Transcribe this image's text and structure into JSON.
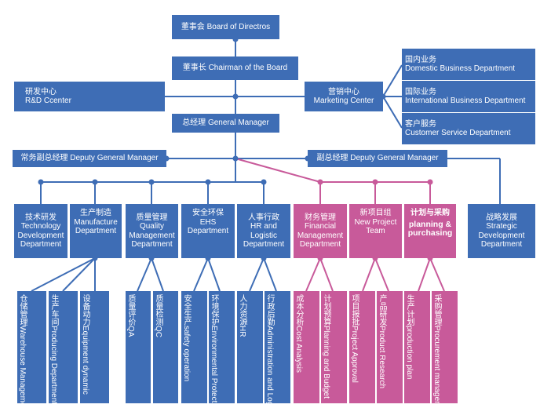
{
  "colors": {
    "blue": "#3e6db5",
    "pink": "#c85a9a",
    "line_blue": "#3e6db5",
    "line_pink": "#c85a9a"
  },
  "top": {
    "board": {
      "cn": "董事会",
      "en": "Board of Directros"
    },
    "chairman": {
      "cn": "董事长",
      "en": "Chairman of the Board"
    },
    "rd": {
      "cn": "研发中心",
      "en": "R&D Ccenter"
    },
    "marketing": {
      "cn": "营销中心",
      "en": "Marketing Center"
    },
    "gm": {
      "cn": "总经理",
      "en": "General Manager"
    },
    "deputy_left": {
      "cn": "常务副总经理",
      "en": "Deputy General Manager"
    },
    "deputy_right": {
      "cn": "副总经理",
      "en": "Deputy General Manager"
    }
  },
  "business": [
    {
      "cn": "国内业务",
      "en": "Domestic Business Department"
    },
    {
      "cn": "国际业务",
      "en": "International Business Department"
    },
    {
      "cn": "客户服务",
      "en": "Customer Service Department"
    }
  ],
  "departments": [
    {
      "cn": "技术研发",
      "en": [
        "Technology",
        "Development",
        "Department"
      ]
    },
    {
      "cn": "生产制造",
      "en": [
        "Manufacture",
        "Department"
      ]
    },
    {
      "cn": "质量管理",
      "en": [
        "Quality",
        "Management",
        "Department"
      ]
    },
    {
      "cn": "安全环保",
      "en": [
        "EHS",
        "Department"
      ]
    },
    {
      "cn": "人事行政",
      "en": [
        "HR and",
        "Logistic",
        "Department"
      ]
    },
    {
      "cn": "财务管理",
      "en": [
        "Financial",
        "Management",
        "Department"
      ]
    },
    {
      "cn": "新项目组",
      "en": [
        "New Project",
        "Team"
      ]
    },
    {
      "cn": "计划与采购",
      "en": [
        "planning &",
        "purchasing"
      ]
    },
    {
      "cn": "战略发展",
      "en": [
        "Strategic",
        "Development",
        "Department"
      ]
    }
  ],
  "leaves": [
    {
      "cn": "仓储管理",
      "en": "Warehouse Management"
    },
    {
      "cn": "生产车间",
      "en": "Producing Department"
    },
    {
      "cn": "设备动力",
      "en": "Equipment dynamic"
    },
    {
      "cn": "质量评价",
      "en": "QA"
    },
    {
      "cn": "质量检测",
      "en": "QC"
    },
    {
      "cn": "安全生产",
      "en": "safety operation"
    },
    {
      "cn": "环境保护",
      "en": "Environmental Protection"
    },
    {
      "cn": "人力资源",
      "en": "HR"
    },
    {
      "cn": "行政后勤",
      "en": "Administration and Logistic"
    },
    {
      "cn": "成本分析",
      "en": "Cost Analysis"
    },
    {
      "cn": "计划预算",
      "en": "Planning and Budget"
    },
    {
      "cn": "项目报批",
      "en": "Project Approval"
    },
    {
      "cn": "产品研发",
      "en": "Product Research"
    },
    {
      "cn": "生产计划",
      "en": "production plan"
    },
    {
      "cn": "采购管理",
      "en": "Procurement management"
    }
  ]
}
